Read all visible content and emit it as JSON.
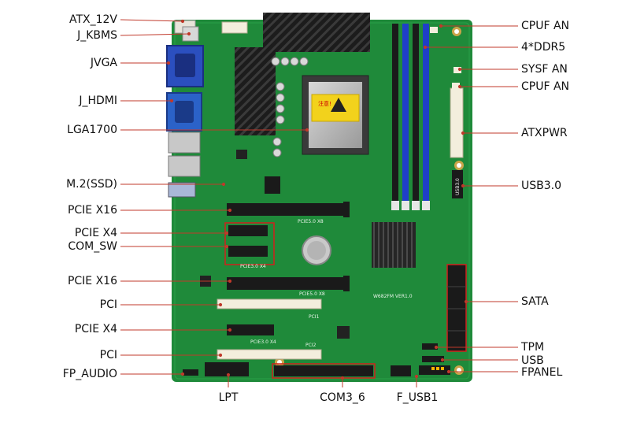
{
  "labels": {
    "left": [
      "ATX_12V",
      "J_KBMS",
      "JVGA",
      "J_HDMI",
      "LGA1700",
      "M.2(SSD)",
      "PCIE X16",
      "PCIE X4",
      "COM_SW",
      "PCIE X16",
      "PCI",
      "PCIE X4",
      "PCI",
      "FP_AUDIO"
    ],
    "right": [
      "CPUF AN",
      "4*DDR5",
      "SYSF AN",
      "CPUF AN",
      "ATXPWR",
      "USB3.0",
      "SATA",
      "TPM",
      "USB",
      "FPANEL"
    ],
    "bottom": [
      "LPT",
      "COM3_6",
      "F_USB1"
    ]
  },
  "board_text": {
    "warning": "注意!",
    "pcie_x8": "PCIE5.0 X8",
    "pcie_x4_a": "PCIE3.0 X4",
    "pcie_x4_b": "PCIE3.0 X4",
    "pcie_x16_b": "PCIE5.0 X8",
    "pci1": "PCI1",
    "pci2": "PCI2",
    "model": "W682FM VER1.0",
    "usb_vertical": "USB3.0"
  },
  "colors": {
    "pcb": "#1f8a3a",
    "pcb_dark": "#176b2d",
    "dimm_blue": "#1f3fc8",
    "dimm_black": "#1a1a1a",
    "heatsink": "#1c1c1c",
    "callout_line": "#c0392b",
    "highlight_box": "#d0201c"
  }
}
